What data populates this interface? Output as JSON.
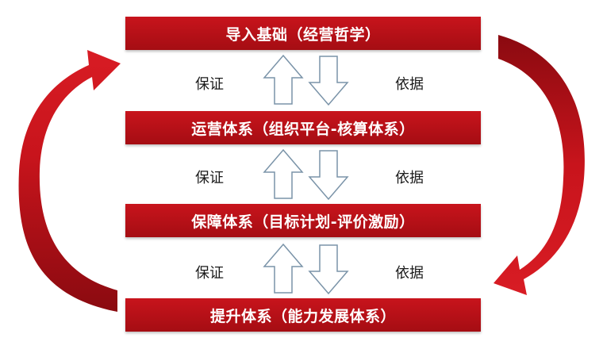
{
  "diagram": {
    "levels": [
      {
        "label": "导入基础（经营哲学）"
      },
      {
        "label": "运营体系（组织平台-核算体系）"
      },
      {
        "label": "保障体系（目标计划-评价激励）"
      },
      {
        "label": "提升体系（能力发展体系）"
      }
    ],
    "connectors": [
      {
        "left_label": "保证",
        "right_label": "依据"
      },
      {
        "left_label": "保证",
        "right_label": "依据"
      },
      {
        "left_label": "保证",
        "right_label": "依据"
      }
    ],
    "colors": {
      "bar": "#c0121a",
      "loop_arrow": "#b5101a",
      "small_arrow_stroke": "#7a93a8"
    },
    "icons": {
      "up": "up-arrow-icon",
      "down": "down-arrow-icon",
      "loop_left": "curved-up-arrow-icon",
      "loop_right": "curved-down-arrow-icon"
    }
  }
}
